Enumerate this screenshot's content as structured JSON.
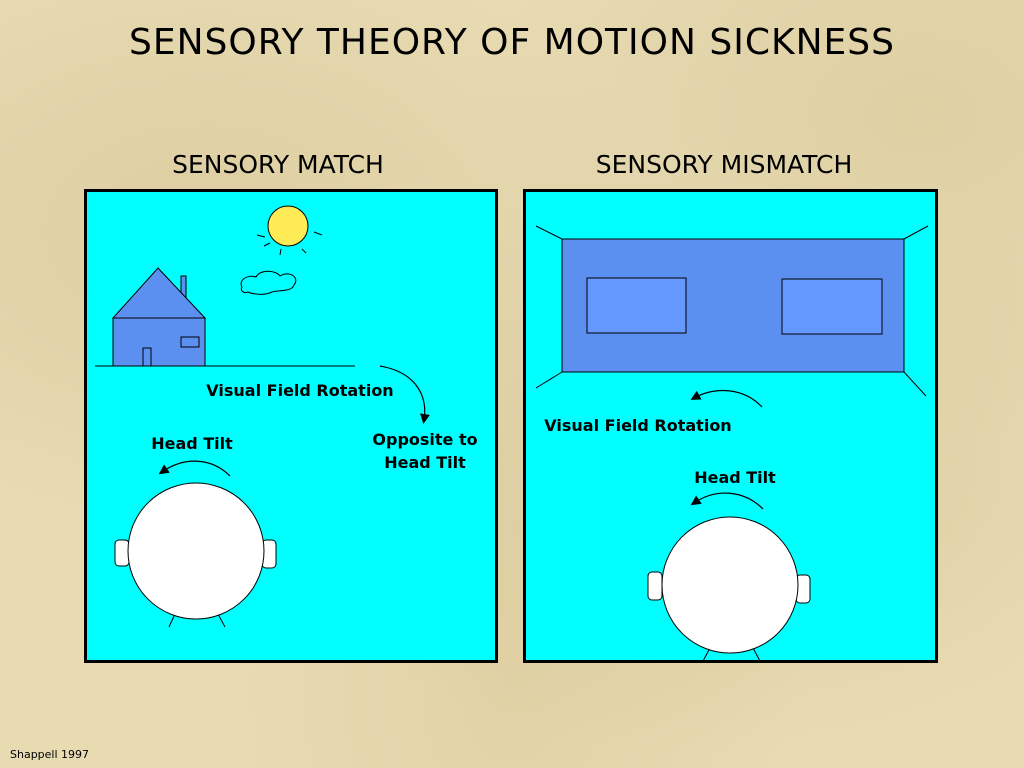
{
  "title": "SENSORY THEORY OF MOTION SICKNESS",
  "left_panel": {
    "heading": "SENSORY MATCH",
    "visual_field_label": "Visual Field Rotation",
    "opposite_label_line1": "Opposite to",
    "opposite_label_line2": "Head Tilt",
    "head_tilt_label": "Head Tilt"
  },
  "right_panel": {
    "heading": "SENSORY MISMATCH",
    "visual_field_label": "Visual Field Rotation",
    "head_tilt_label": "Head Tilt"
  },
  "credit": "Shappell 1997",
  "colors": {
    "panel_bg": "#00ffff",
    "house": "#5b8ff0",
    "room_wall": "#5b8ff0",
    "window": "#6699ff",
    "sun": "#ffeb55"
  }
}
